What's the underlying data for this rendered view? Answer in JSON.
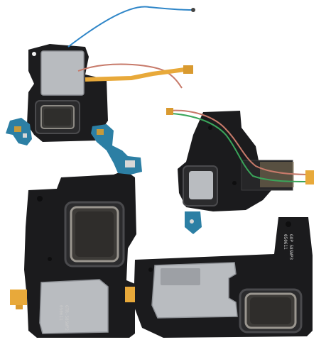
{
  "photo": {
    "subject": "speaker modules",
    "background_color": "#ffffff",
    "module_body_color": "#1b1b1d",
    "metal_shield_color": "#b9bcc0",
    "pcb_color": "#2c7fa4",
    "flex_cable_color": "#e8a93a",
    "wire_colors": [
      "#2f86c8",
      "#c77a6a",
      "#3aa55a"
    ]
  },
  "markings": {
    "bottom_left_shield_line1": "GTR-58SWP2",
    "bottom_left_shield_line2": "050611",
    "bottom_right_body_line1": "GOP 58SWP3",
    "bottom_right_body_line2": "050611"
  }
}
